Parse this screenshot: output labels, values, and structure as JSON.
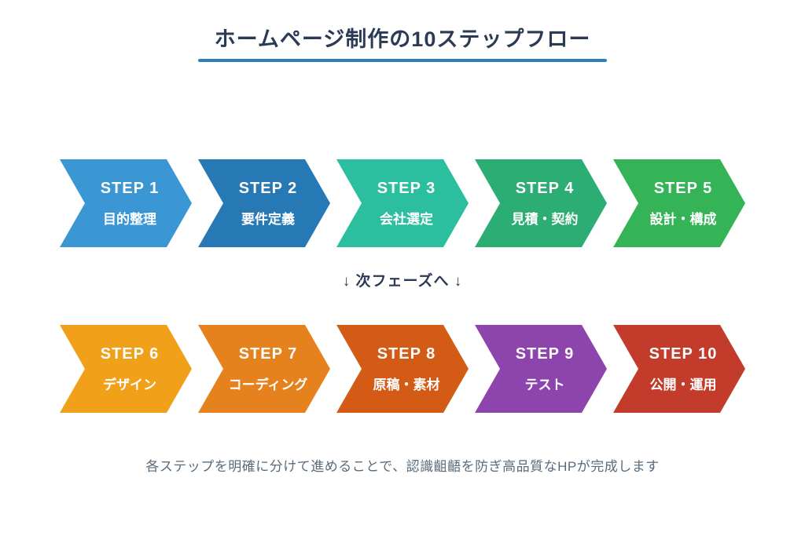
{
  "page": {
    "title": "ホームページ制作の10ステップフロー",
    "divider": "↓ 次フェーズへ ↓",
    "footer": "各ステップを明確に分けて進めることで、認識齟齬を防ぎ高品質なHPが完成します"
  },
  "steps": [
    {
      "step": "STEP 1",
      "label": "目的整理",
      "color": "#3a97d4"
    },
    {
      "step": "STEP 2",
      "label": "要件定義",
      "color": "#2679b4"
    },
    {
      "step": "STEP 3",
      "label": "会社選定",
      "color": "#2bbfa0"
    },
    {
      "step": "STEP 4",
      "label": "見積・契約",
      "color": "#2bad74"
    },
    {
      "step": "STEP 5",
      "label": "設計・構成",
      "color": "#34b456"
    },
    {
      "step": "STEP 6",
      "label": "デザイン",
      "color": "#f0a019"
    },
    {
      "step": "STEP 7",
      "label": "コーディング",
      "color": "#e6821e"
    },
    {
      "step": "STEP 8",
      "label": "原稿・素材",
      "color": "#d45b15"
    },
    {
      "step": "STEP 9",
      "label": "テスト",
      "color": "#8e44ad"
    },
    {
      "step": "STEP 10",
      "label": "公開・運用",
      "color": "#c23b2b"
    }
  ],
  "colors": {
    "title": "#2b3a55",
    "underline": "#2980b9",
    "divider": "#2b3a55",
    "footer": "#5a6b7b",
    "background": "#ffffff"
  }
}
